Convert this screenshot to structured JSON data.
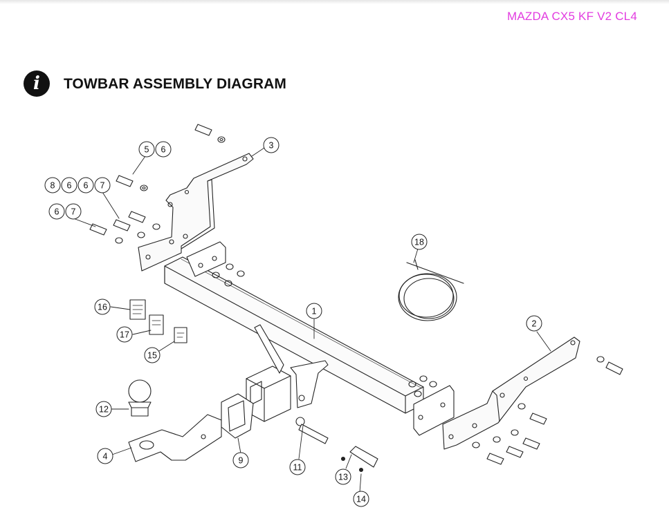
{
  "header": {
    "doc_code": "MAZDA CX5 KF V2 CL4",
    "title": "TOWBAR ASSEMBLY DIAGRAM",
    "info_icon_glyph": "i",
    "info_icon": "info-icon"
  },
  "callouts": {
    "c1": "1",
    "c2": "2",
    "c3": "3",
    "c4": "4",
    "c5a": "5",
    "c5b": "6",
    "c8a": "8",
    "c8b": "6",
    "c8c": "6",
    "c8d": "7",
    "c6a": "6",
    "c6b": "7",
    "c9": "9",
    "c11": "11",
    "c12": "12",
    "c13": "13",
    "c14": "14",
    "c15": "15",
    "c16": "16",
    "c17": "17",
    "c18": "18"
  },
  "colors": {
    "accent": "#e23ce0",
    "ink": "#111111"
  }
}
